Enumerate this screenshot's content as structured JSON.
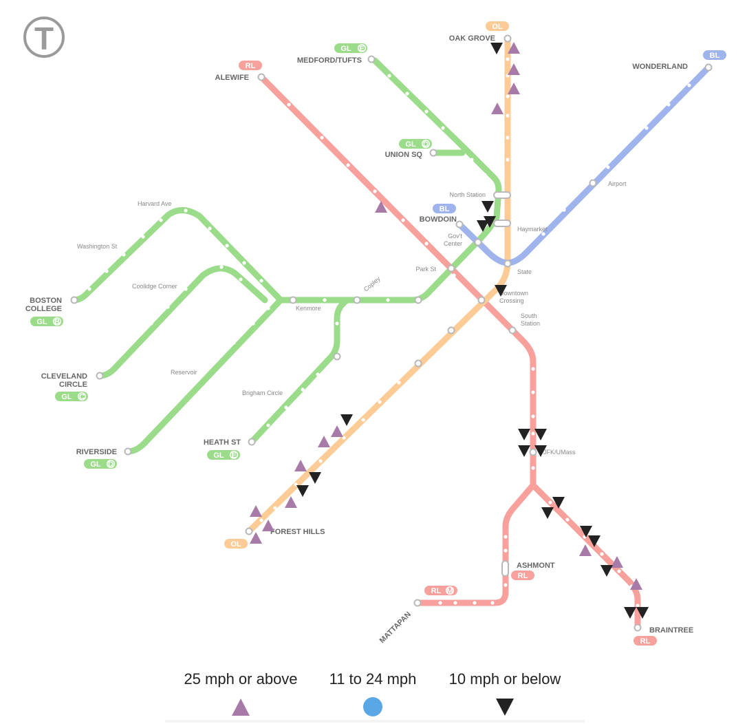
{
  "logo": {
    "text": "T"
  },
  "badges": {
    "ol": "OL",
    "rl": "RL",
    "bl": "BL",
    "gl": "GL",
    "b": "B",
    "c": "C",
    "d": "D",
    "e": "E",
    "m": "M"
  },
  "stations": {
    "oak_grove": "OAK GROVE",
    "medford_tufts": "MEDFORD/TUFTS",
    "alewife": "ALEWIFE",
    "wonderland": "WONDERLAND",
    "union_sq": "UNION SQ",
    "bowdoin": "BOWDOIN",
    "boston_college_1": "BOSTON",
    "boston_college_2": "COLLEGE",
    "cleveland_circle_1": "CLEVELAND",
    "cleveland_circle_2": "CIRCLE",
    "riverside": "RIVERSIDE",
    "heath_st": "HEATH ST",
    "forest_hills": "FOREST HILLS",
    "ashmont": "ASHMONT",
    "mattapan": "MATTAPAN",
    "braintree": "BRAINTREE"
  },
  "small_labels": {
    "north_station": "North Station",
    "haymarket": "Haymarket",
    "govt_center_1": "Gov't",
    "govt_center_2": "Center",
    "state": "State",
    "park_st": "Park St",
    "downtown_crossing_1": "Downtown",
    "downtown_crossing_2": "Crossing",
    "south_station_1": "South",
    "south_station_2": "Station",
    "airport": "Airport",
    "harvard_ave": "Harvard Ave",
    "washington_st": "Washington St",
    "coolidge_corner": "Coolidge Corner",
    "kenmore": "Kenmore",
    "copley": "Copley",
    "reservoir": "Reservoir",
    "brigham_circle": "Brigham Circle",
    "jfk_umass": "JFK/UMass"
  },
  "colors": {
    "red_line": "#f8a09c",
    "orange_line": "#fdcb95",
    "blue_line": "#9fb3ec",
    "green_line": "#9bdc8a",
    "fast_marker": "#a87aa8",
    "medium_marker": "#5aa7e6",
    "slow_marker": "#222222"
  },
  "legend": {
    "fast": {
      "label": "25 mph or above",
      "icon": "up-triangle"
    },
    "medium": {
      "label": "11 to 24 mph",
      "icon": "circle"
    },
    "slow": {
      "label": "10 mph or below",
      "icon": "down-triangle"
    }
  }
}
